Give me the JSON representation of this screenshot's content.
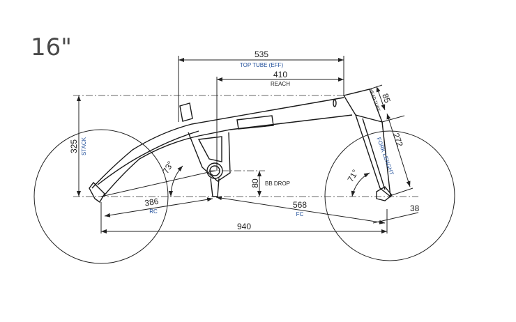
{
  "size_title": "16\"",
  "dimensions": {
    "top_tube": {
      "value": "535",
      "label": "TOP TUBE (EFF)"
    },
    "reach": {
      "value": "410",
      "label": "REACH"
    },
    "stack": {
      "value": "325",
      "label": "STACK"
    },
    "head_tube": {
      "value": "85",
      "label": "HEAD TUBE"
    },
    "fork_length": {
      "value": "272",
      "label": "FORK LENGHT"
    },
    "bb_drop": {
      "value": "80",
      "label": "BB DROP"
    },
    "rear_center": {
      "value": "386",
      "label": "RC"
    },
    "front_center": {
      "value": "568",
      "label": "FC"
    },
    "wheelbase": {
      "value": "940"
    },
    "offset": {
      "value": "38"
    },
    "seat_angle": {
      "value": "73°"
    },
    "head_angle": {
      "value": "71°"
    }
  },
  "colors": {
    "label_blue": "#1f4e9a",
    "line": "#222222"
  }
}
